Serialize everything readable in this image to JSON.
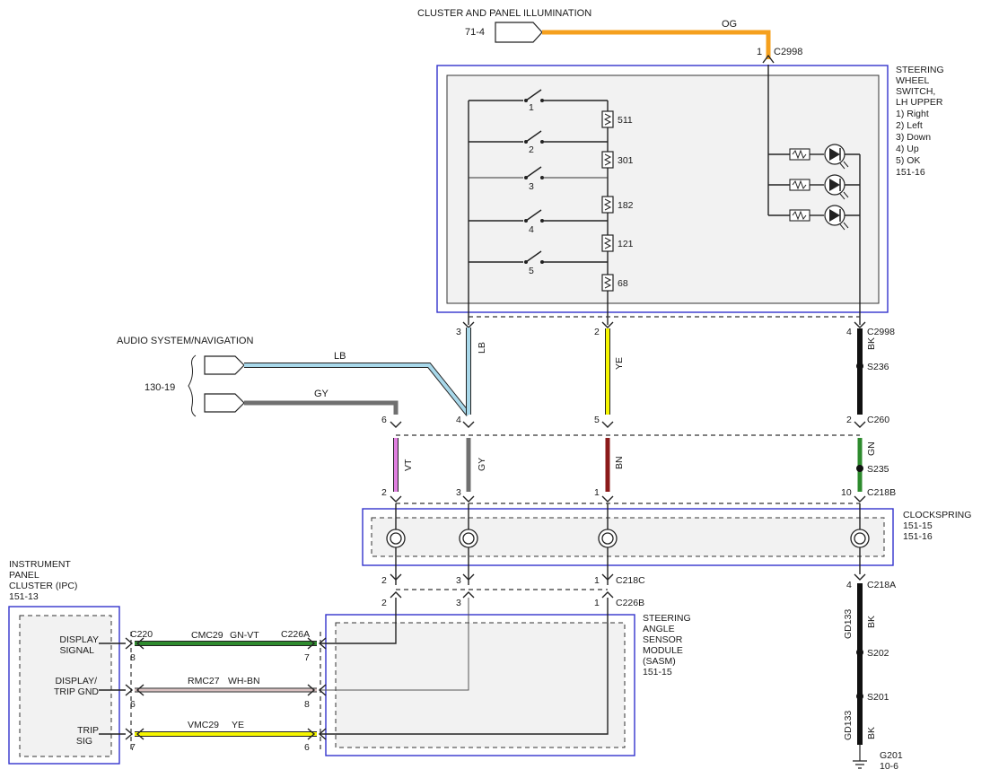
{
  "top": {
    "title": "CLUSTER AND PANEL ILLUMINATION",
    "ref": "71-4",
    "wire": "OG",
    "pin": "1",
    "connector": "C2998"
  },
  "swm": {
    "title_lines": [
      "STEERING",
      "WHEEL",
      "SWITCH,",
      "LH UPPER",
      "1) Right",
      "2) Left",
      "3) Down",
      "4) Up",
      "5) OK",
      "151-16"
    ],
    "switch_numbers": [
      "1",
      "2",
      "3",
      "4",
      "5"
    ],
    "resistors": [
      "511",
      "301",
      "182",
      "121",
      "68"
    ]
  },
  "audio": {
    "title": "AUDIO SYSTEM/NAVIGATION",
    "ref": "130-19",
    "wire_top": "LB",
    "wire_bottom": "GY"
  },
  "wires": {
    "lb": "LB",
    "ye": "YE",
    "bk": "BK",
    "vt": "VT",
    "gy": "GY",
    "bn": "BN",
    "gn": "GN",
    "gd133": "GD133"
  },
  "pins": {
    "c2998_lb": "3",
    "c2998_ye": "2",
    "c2998_bk": "4",
    "c260_gy": "6",
    "c260_lb": "4",
    "c260_bn": "5",
    "c260_bk": "2",
    "c218b_vt": "2",
    "c218b_gy": "3",
    "c218b_bn": "1",
    "c218b_gn": "10",
    "c218c_a": "2",
    "c218c_b": "3",
    "c218c_c": "1",
    "c226b_a": "2",
    "c226b_b": "3",
    "c226b_c": "1",
    "c218a": "4"
  },
  "connectors": {
    "c2998": "C2998",
    "c260": "C260",
    "c218b": "C218B",
    "c218c": "C218C",
    "c226b": "C226B",
    "c218a": "C218A",
    "c220": "C220",
    "c226a": "C226A"
  },
  "splices": [
    "S236",
    "S235",
    "S202",
    "S201"
  ],
  "clockspring": {
    "title": "CLOCKSPRING",
    "refs": [
      "151-15",
      "151-16"
    ]
  },
  "sasm": {
    "title_lines": [
      "STEERING",
      "ANGLE",
      "SENSOR",
      "MODULE",
      "(SASM)",
      "151-15"
    ]
  },
  "ipc": {
    "title_lines": [
      "INSTRUMENT",
      "PANEL",
      "CLUSTER (IPC)",
      "151-13"
    ],
    "signals": [
      {
        "label_lines": [
          "DISPLAY",
          "SIGNAL"
        ],
        "circuit": "CMC29",
        "color": "GN-VT",
        "ipc_pin": "8",
        "sasm_pin": "7"
      },
      {
        "label_lines": [
          "DISPLAY/",
          "TRIP GND"
        ],
        "circuit": "RMC27",
        "color": "WH-BN",
        "ipc_pin": "6",
        "sasm_pin": "8"
      },
      {
        "label_lines": [
          "TRIP",
          "SIG"
        ],
        "circuit": "VMC29",
        "color": "YE",
        "ipc_pin": "7",
        "sasm_pin": "6"
      }
    ]
  },
  "ground": {
    "name": "G201",
    "ref": "10-6"
  },
  "colors": {
    "og": "#f5a01e",
    "lb": "#a8d8ea",
    "ye": "#f5f500",
    "bk": "#111111",
    "vt": "#e080e0",
    "gy": "#707070",
    "bn": "#8b1a1a",
    "gn": "#2e8b2e",
    "gnvt": "#2e8b2e",
    "whbn": "#caa8a8",
    "yeSig": "#f5f500",
    "frame": "#3333cc"
  }
}
